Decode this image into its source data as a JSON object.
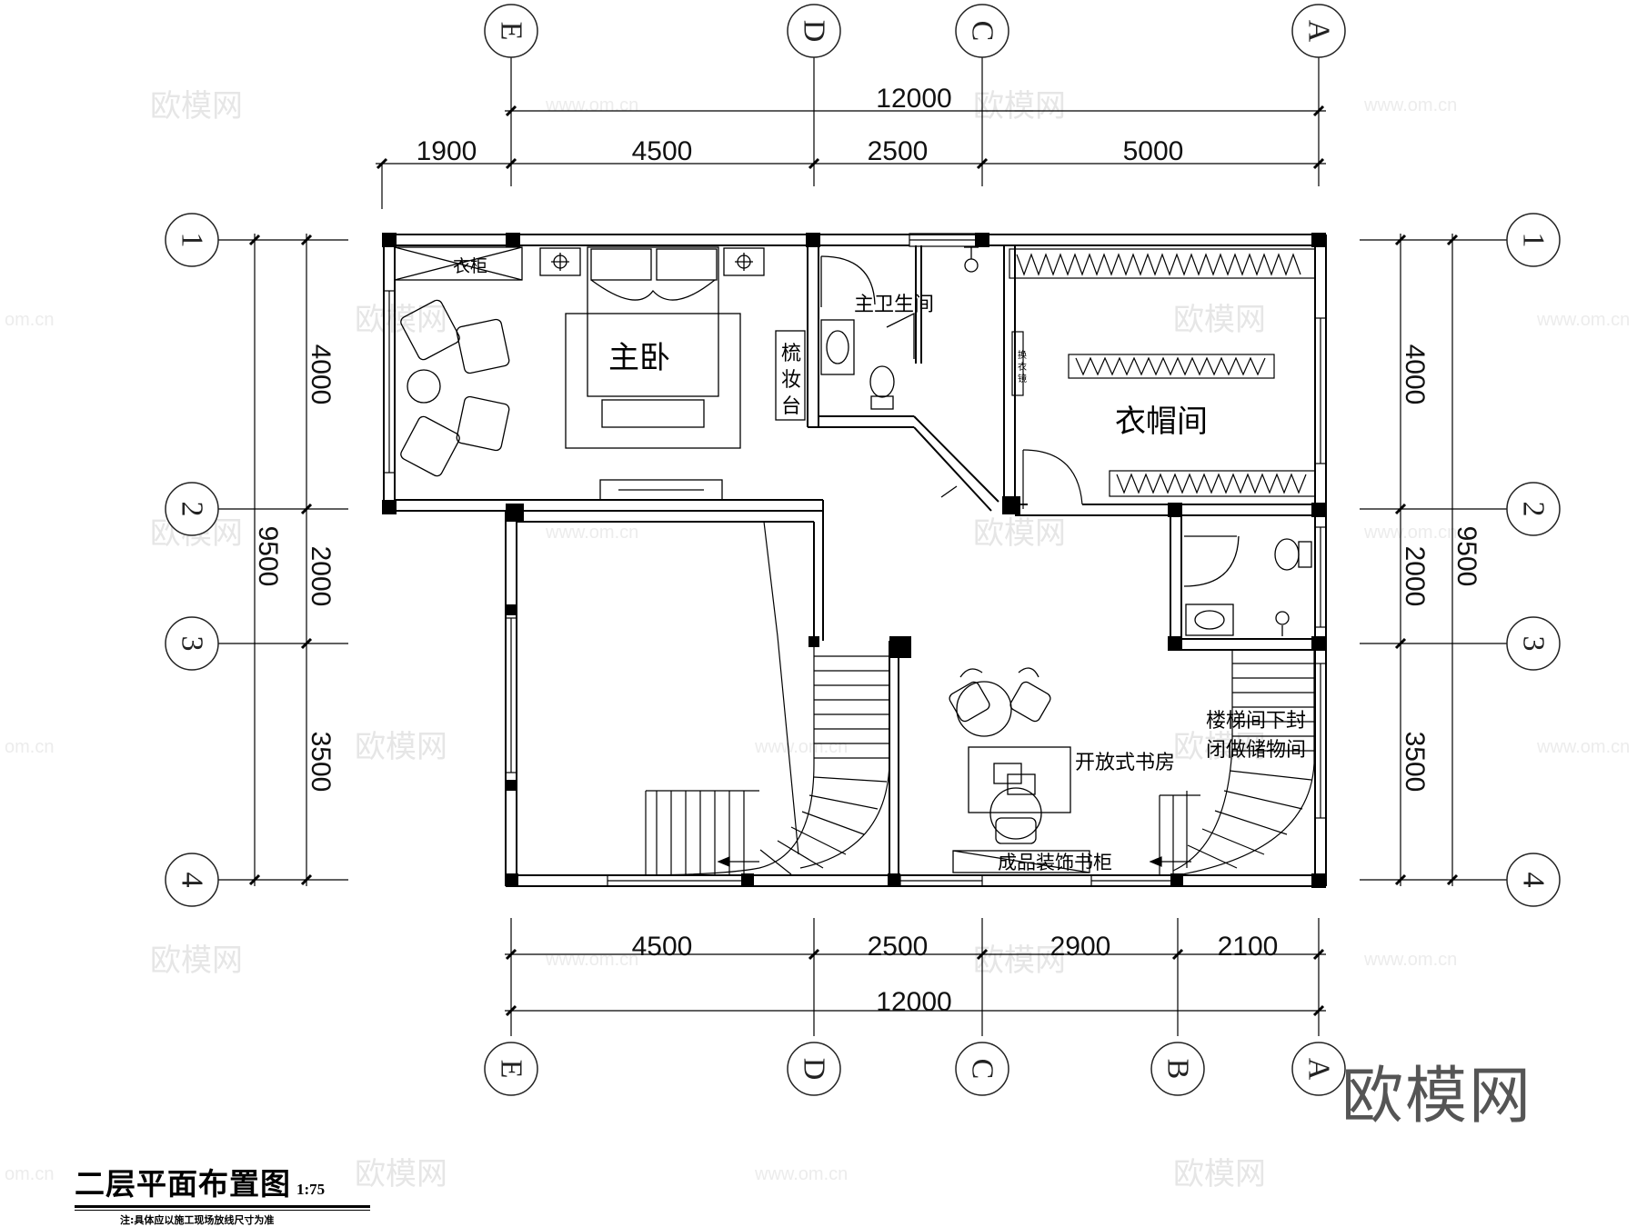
{
  "rooms": {
    "wardrobe_label": "衣柜",
    "master_bedroom": "主卧",
    "master_bathroom": "主卫生间",
    "dressing_table": [
      "梳",
      "妆",
      "台"
    ],
    "changing_mirror": [
      "换",
      "衣",
      "镜"
    ],
    "cloakroom": "衣帽间",
    "open_study": "开放式书房",
    "stair_storage_line1": "楼梯间下封",
    "stair_storage_line2": "闭做储物间",
    "bookcase": "成品装饰书柜"
  },
  "dimensions": {
    "top_total": "12000",
    "top_segments": [
      "1900",
      "4500",
      "2500",
      "5000"
    ],
    "bottom_segments": [
      "4500",
      "2500",
      "2900",
      "2100"
    ],
    "bottom_total": "12000",
    "left_total": "9500",
    "left_segments": [
      "4000",
      "2000",
      "3500"
    ],
    "right_total": "9500",
    "right_segments": [
      "4000",
      "2000",
      "3500"
    ]
  },
  "axes": {
    "top": [
      "E",
      "D",
      "C",
      "A"
    ],
    "bottom": [
      "E",
      "D",
      "C",
      "B",
      "A"
    ],
    "left": [
      "1",
      "2",
      "3",
      "4"
    ],
    "right": [
      "1",
      "2",
      "3",
      "4"
    ]
  },
  "title": {
    "main": "二层平面布置图",
    "scale": "1:75",
    "note": "注:具体应以施工现场放线尺寸为准"
  },
  "watermarks": {
    "brand": "欧模网",
    "url": "www.om.cn",
    "url_short": "om.cn",
    "logo": "欧模网"
  }
}
